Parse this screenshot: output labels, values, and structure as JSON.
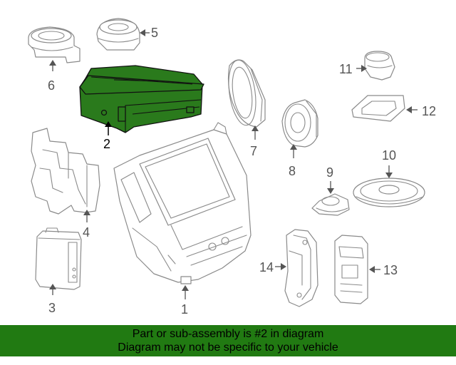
{
  "callouts": [
    {
      "id": "1",
      "label": "1"
    },
    {
      "id": "2",
      "label": "2"
    },
    {
      "id": "3",
      "label": "3"
    },
    {
      "id": "4",
      "label": "4"
    },
    {
      "id": "5",
      "label": "5"
    },
    {
      "id": "6",
      "label": "6"
    },
    {
      "id": "7",
      "label": "7"
    },
    {
      "id": "8",
      "label": "8"
    },
    {
      "id": "9",
      "label": "9"
    },
    {
      "id": "10",
      "label": "10"
    },
    {
      "id": "11",
      "label": "11"
    },
    {
      "id": "12",
      "label": "12"
    },
    {
      "id": "13",
      "label": "13"
    },
    {
      "id": "14",
      "label": "14"
    }
  ],
  "highlight": {
    "part": "2",
    "color": "#2a7a1c"
  },
  "banner": {
    "line1": "Part or sub-assembly is #2 in diagram",
    "line2": "Diagram may not be specific to your vehicle",
    "color": "#217a12"
  }
}
